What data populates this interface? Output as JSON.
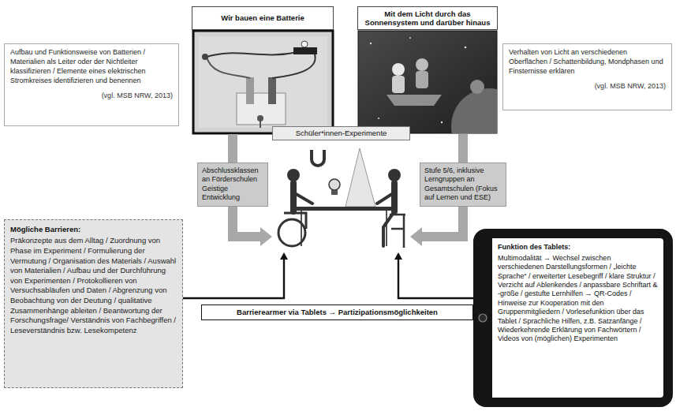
{
  "diagram": {
    "nodes": [
      {
        "text": [
          "Wir bauen eine Batterie"
        ]
      },
      {
        "text": [
          "Mit dem Licht durch das Sonnensystem und darüber hinaus"
        ]
      },
      {
        "text": [
          "Aufbau und Funktionsweise von Batterien / Materialien als Leiter oder der Nichtleiter klassifizieren / Elemente eines elektrischen Stromkreises identifizieren und benennen",
          "(vgl. MSB NRW, 2013)"
        ]
      },
      {
        "text": [
          "Verhalten von Licht an verschiedenen Oberflächen / Schattenbildung, Mondphasen und Finsternisse erklären",
          "(vgl. MSB NRW, 2013)"
        ]
      },
      {
        "text": [
          "Abschlussklassen an Förderschulen Geistige Entwicklung"
        ]
      },
      {
        "text": [
          "Stufe 5/6, inklusive Lerngruppen an Gesamtschulen (Fokus auf Lernen und ESE)"
        ]
      },
      {
        "text": [
          "Schüler*innen-Experimente"
        ]
      },
      {
        "text": [
          "Mögliche Barrieren:",
          "Präkonzepte aus dem Alltag / Zuordnung von Phase im Experiment / Formulierung der Vermutung / Organisation des Materials / Auswahl von Materialien / Aufbau und der Durchführung von Experimenten / Protokollieren von Versuchsabläufen und Daten / Abgrenzung von Beobachtung von der Deutung / qualitative Zusammenhänge ableiten / Beantwortung der Forschungsfrage/ Verständnis von Fachbegriffen / Leseverständnis bzw. Lesekompetenz"
        ]
      },
      {
        "text": [
          "Funktion des Tablets:",
          "Multimodalität → Wechsel zwischen verschiedenen Darstellungsformen / „leichte Sprache“ / erweiterter Lesebegriff / klare Struktur / Verzicht auf Ablenkendes / anpassbare Schriftart & -größe / gestufte Lernhilfen → QR-Codes / Hinweise zur Kooperation mit den Gruppenmitgliedern / Vorlesefunktion über das Tablet / Sprachliche Hilfen, z.B. Satzanfänge / Wiederkehrende Erklärung von Fachwörtern / Videos von (möglichen) Experimenten"
        ]
      },
      {
        "text": [
          "Barrierearmer via Tablets → Partizipationsmöglichkeiten"
        ]
      }
    ],
    "edges": [
      {
        "from": 0,
        "to": 4,
        "arrow": "none"
      },
      {
        "from": 4,
        "to": 6,
        "arrow": "to"
      },
      {
        "from": 1,
        "to": 5,
        "arrow": "none"
      },
      {
        "from": 5,
        "to": 6,
        "arrow": "to"
      },
      {
        "from": 7,
        "to": 6,
        "arrow": "to"
      },
      {
        "from": 8,
        "to": 6,
        "arrow": "to"
      }
    ]
  }
}
